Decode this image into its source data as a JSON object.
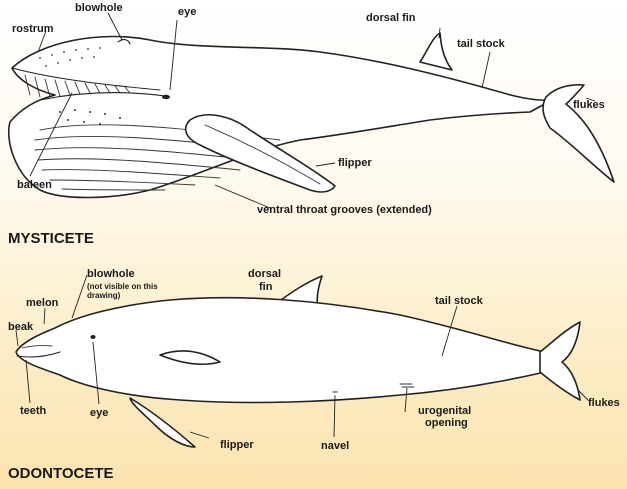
{
  "mysticete": {
    "section_title": "MYSTICETE",
    "labels": {
      "rostrum": "rostrum",
      "blowhole": "blowhole",
      "eye": "eye",
      "dorsal_fin": "dorsal fin",
      "tail_stock": "tail stock",
      "flukes": "flukes",
      "baleen": "baleen",
      "flipper": "flipper",
      "throat_grooves": "ventral throat grooves (extended)"
    }
  },
  "odontocete": {
    "section_title": "ODONTOCETE",
    "labels": {
      "blowhole": "blowhole",
      "blowhole_note_1": "(not visible on this",
      "blowhole_note_2": "drawing)",
      "melon": "melon",
      "beak": "beak",
      "dorsal_fin_1": "dorsal",
      "dorsal_fin_2": "fin",
      "tail_stock": "tail stock",
      "flukes": "flukes",
      "teeth": "teeth",
      "eye": "eye",
      "flipper": "flipper",
      "navel": "navel",
      "urogenital_1": "urogenital",
      "urogenital_2": "opening"
    }
  },
  "colors": {
    "background_top": "#ffffff",
    "background_bottom": "#fbe3ae",
    "outline": "#222222",
    "body_fill": "#ffffff"
  }
}
